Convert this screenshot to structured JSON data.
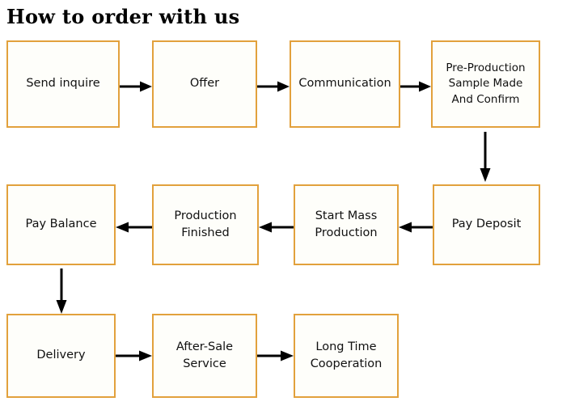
{
  "title": "How to order with us",
  "colors": {
    "box_border": "#E2A13C",
    "box_fill": "#FEFEFA",
    "text": "#111111",
    "arrow": "#000000",
    "background": "#FFFFFF"
  },
  "chart_data": {
    "type": "diagram",
    "title": "How to order with us",
    "nodes": [
      {
        "id": "n1",
        "label": "Send inquire",
        "row": 1,
        "col": 1
      },
      {
        "id": "n2",
        "label": "Offer",
        "row": 1,
        "col": 2
      },
      {
        "id": "n3",
        "label": "Communication",
        "row": 1,
        "col": 3
      },
      {
        "id": "n4",
        "label": "Pre-Production\nSample Made\nAnd Confirm",
        "row": 1,
        "col": 4
      },
      {
        "id": "n5",
        "label": "Pay Deposit",
        "row": 2,
        "col": 4
      },
      {
        "id": "n6",
        "label": "Start Mass\nProduction",
        "row": 2,
        "col": 3
      },
      {
        "id": "n7",
        "label": "Production\nFinished",
        "row": 2,
        "col": 2
      },
      {
        "id": "n8",
        "label": "Pay Balance",
        "row": 2,
        "col": 1
      },
      {
        "id": "n9",
        "label": "Delivery",
        "row": 3,
        "col": 1
      },
      {
        "id": "n10",
        "label": "After-Sale\nService",
        "row": 3,
        "col": 2
      },
      {
        "id": "n11",
        "label": "Long Time\nCooperation",
        "row": 3,
        "col": 3
      }
    ],
    "edges": [
      {
        "from": "n1",
        "to": "n2",
        "direction": "right"
      },
      {
        "from": "n2",
        "to": "n3",
        "direction": "right"
      },
      {
        "from": "n3",
        "to": "n4",
        "direction": "right"
      },
      {
        "from": "n4",
        "to": "n5",
        "direction": "down"
      },
      {
        "from": "n5",
        "to": "n6",
        "direction": "left"
      },
      {
        "from": "n6",
        "to": "n7",
        "direction": "left"
      },
      {
        "from": "n7",
        "to": "n8",
        "direction": "left"
      },
      {
        "from": "n8",
        "to": "n9",
        "direction": "down"
      },
      {
        "from": "n9",
        "to": "n10",
        "direction": "right"
      },
      {
        "from": "n10",
        "to": "n11",
        "direction": "right"
      }
    ]
  }
}
